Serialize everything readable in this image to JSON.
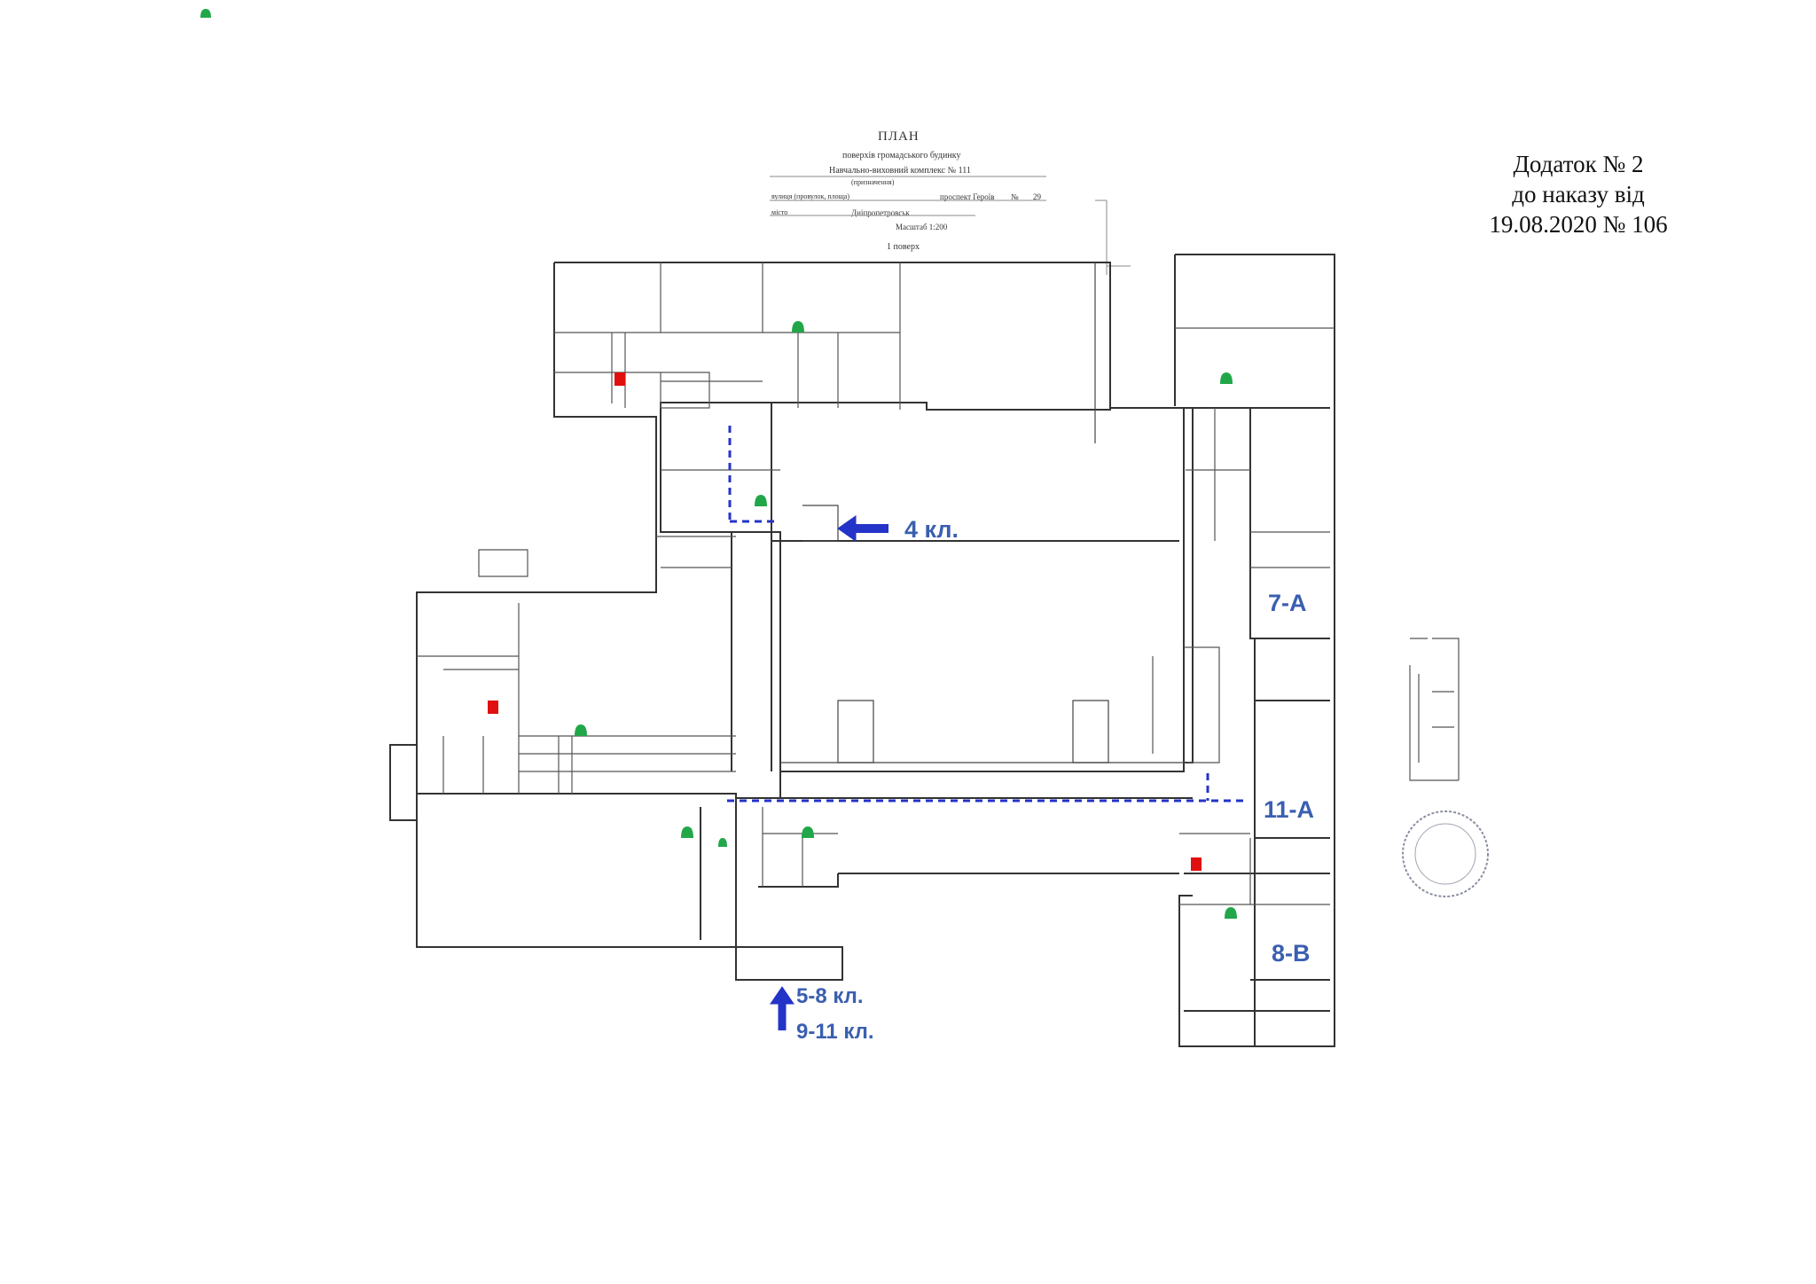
{
  "appendix": {
    "line1": "Додаток № 2",
    "line2": "до наказу від",
    "line3": "19.08.2020 № 106"
  },
  "plan_header": {
    "title": "ПЛАН",
    "subtitle": "поверхів громадського будинку",
    "complex": "Навчально-виховний комплекс № 111",
    "complex_note": "(призначення)",
    "street_label": "вулиця (провулок, площа)",
    "street": "проспект Героїв",
    "number_label": "№",
    "number": "29",
    "city_label": "місто",
    "city": "Дніпропетровськ",
    "scale": "Масштаб 1:200",
    "floor": "1 поверх"
  },
  "labels": {
    "class4": "4 кл.",
    "class5_8": "5-8 кл.",
    "class9_11": "9-11 кл.",
    "room7a": "7-А",
    "room11a": "11-А",
    "room8b": "8-В"
  },
  "colors": {
    "arrow": "#2433c8",
    "dash": "#2433c8",
    "exit_marker": "#22a64a",
    "fire_marker": "#e01010",
    "label": "#3a5fb0",
    "wall": "#333333"
  }
}
